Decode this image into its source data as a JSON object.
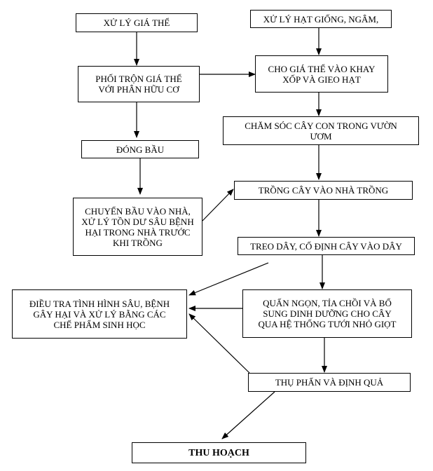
{
  "boxes": {
    "xu_ly_gia_the": "XỬ LÝ GIÁ THỂ",
    "xu_ly_hat_giong": "XỬ LÝ HẠT GIỐNG, NGÂM,",
    "phoi_tron": "PHỐI TRỘN GIÁ THỂ\nVỚI PHÂN HỮU CƠ",
    "cho_gia_the": "CHO GIÁ THỂ VÀO KHAY\nXỐP VÀ GIEO HẠT",
    "cham_soc": "CHĂM SÓC CÂY CON TRONG VƯỜN\nƯƠM",
    "dong_bau": "ĐÓNG BẦU",
    "trong_cay": "TRỒNG CÂY VÀO NHÀ TRỒNG",
    "chuyen_bau": "CHUYỂN BẦU VÀO NHÀ,\nXỬ LÝ TỒN DƯ SÂU BỆNH\nHẠI TRONG NHÀ TRƯỚC\nKHI TRỒNG",
    "treo_day": "TREO DÂY, CỐ ĐỊNH CÂY VÀO DÂY",
    "dieu_tra": "ĐIỀU TRA TÌNH HÌNH SÂU, BỆNH\nGÂY HẠI VÀ XỬ LÝ BẰNG CÁC\nCHẾ PHẨM SINH HỌC",
    "quan_ngon": "QUẤN NGỌN, TỈA CHỒI VÀ BỔ\nSUNG DINH DƯỠNG CHO CÂY\nQUA HỆ THỐNG TƯỚI NHỎ GIỌT",
    "thu_phan": "THỤ PHẤN VÀ ĐỊNH QUẢ",
    "thu_hoach": "THU HOẠCH"
  }
}
